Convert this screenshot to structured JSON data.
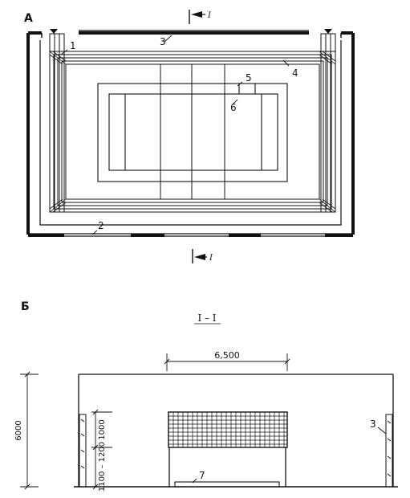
{
  "plan": {
    "label": "А",
    "section_marker": "I",
    "callouts": [
      "1",
      "2",
      "3",
      "4",
      "5",
      "6"
    ]
  },
  "section": {
    "label": "Б",
    "title": "I – I",
    "dim_net_width": "6,500",
    "dim_height": "6000",
    "dim_net_band": "1000",
    "dim_net_bottom": "1100 – 1200",
    "callout_wall": "3",
    "callout_floor": "7"
  }
}
